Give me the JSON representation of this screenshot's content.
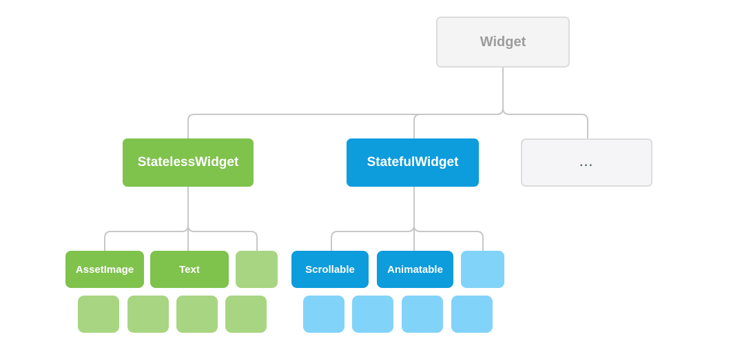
{
  "diagram": {
    "root": {
      "label": "Widget"
    },
    "branches": [
      {
        "label": "StatelessWidget"
      },
      {
        "label": "StatefulWidget"
      },
      {
        "label": "..."
      }
    ],
    "stateless_children": [
      {
        "label": "AssetImage"
      },
      {
        "label": "Text"
      },
      {
        "label": ""
      }
    ],
    "stateful_children": [
      {
        "label": "Scrollable"
      },
      {
        "label": "Animatable"
      },
      {
        "label": ""
      }
    ],
    "decorative_squares": {
      "green_count": 4,
      "blue_count": 4
    }
  },
  "colors": {
    "green": "#7fc24c",
    "green_light": "#a8d581",
    "blue": "#0d9cdc",
    "blue_light": "#82d3f9",
    "neutral_fill": "#f4f4f5",
    "neutral_border": "#dcdcdc",
    "root_text": "#9b9b9b",
    "dots_text": "#5a6872",
    "connector": "#c7c7c7"
  }
}
